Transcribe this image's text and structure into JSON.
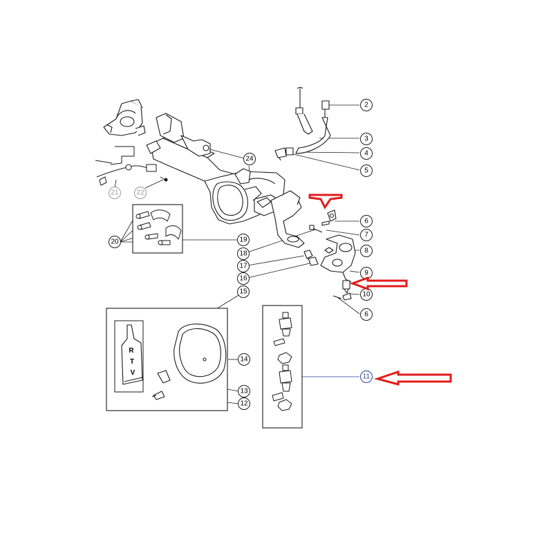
{
  "colors": {
    "line": "#1a1a1a",
    "callout_default": "#1a1a1a",
    "callout_grey": "#9a9a9a",
    "callout_blue": "#2a3f9a",
    "arrow_red": "#e11b1b",
    "background": "#ffffff"
  },
  "callouts": [
    {
      "id": "c2",
      "label": "2",
      "style": "default"
    },
    {
      "id": "c3",
      "label": "3",
      "style": "default"
    },
    {
      "id": "c4",
      "label": "4",
      "style": "default"
    },
    {
      "id": "c5",
      "label": "5",
      "style": "default"
    },
    {
      "id": "c6a",
      "label": "6",
      "style": "default"
    },
    {
      "id": "c7",
      "label": "7",
      "style": "default"
    },
    {
      "id": "c8",
      "label": "8",
      "style": "default"
    },
    {
      "id": "c9",
      "label": "9",
      "style": "default"
    },
    {
      "id": "c10",
      "label": "10",
      "style": "default"
    },
    {
      "id": "c6b",
      "label": "6",
      "style": "default"
    },
    {
      "id": "c11",
      "label": "11",
      "style": "blue"
    },
    {
      "id": "c12",
      "label": "12",
      "style": "default"
    },
    {
      "id": "c13",
      "label": "13",
      "style": "default"
    },
    {
      "id": "c14",
      "label": "14",
      "style": "default"
    },
    {
      "id": "c15",
      "label": "15",
      "style": "default"
    },
    {
      "id": "c16",
      "label": "16",
      "style": "default"
    },
    {
      "id": "c17",
      "label": "17",
      "style": "default"
    },
    {
      "id": "c18",
      "label": "18",
      "style": "default"
    },
    {
      "id": "c19",
      "label": "19",
      "style": "default"
    },
    {
      "id": "c20",
      "label": "20",
      "style": "default"
    },
    {
      "id": "c21",
      "label": "21",
      "style": "grey"
    },
    {
      "id": "c22",
      "label": "22",
      "style": "grey"
    },
    {
      "id": "c24",
      "label": "24",
      "style": "default"
    }
  ],
  "sealant_tube": {
    "letters": [
      "R",
      "T",
      "V"
    ]
  },
  "highlight_arrows": [
    {
      "id": "arrow-down",
      "direction": "down"
    },
    {
      "id": "arrow-left-upper",
      "direction": "left"
    },
    {
      "id": "arrow-left-lower",
      "direction": "left"
    }
  ]
}
